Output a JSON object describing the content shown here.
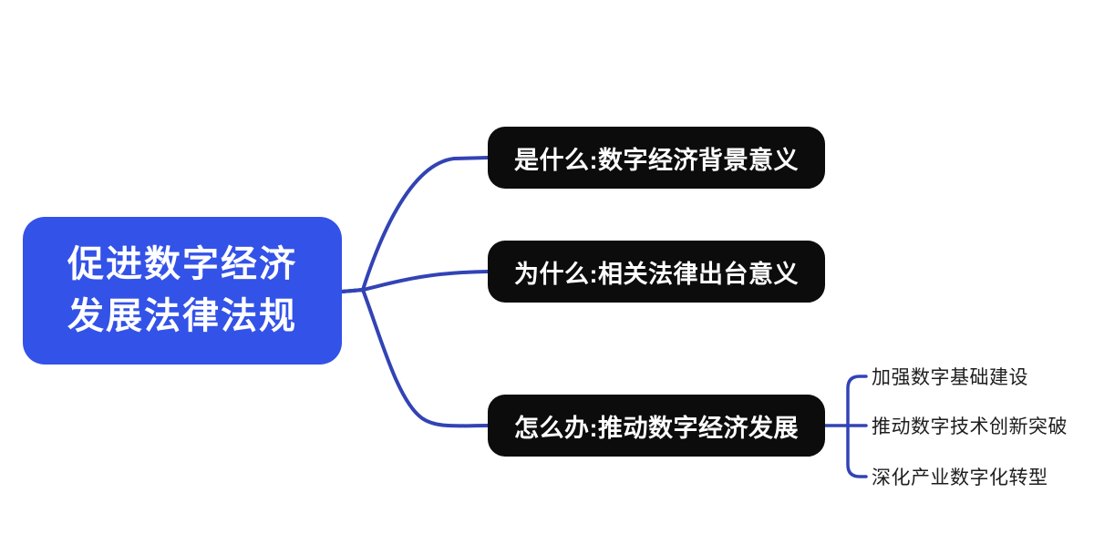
{
  "colors": {
    "background": "#ffffff",
    "root_fill": "#3352E8",
    "root_text": "#ffffff",
    "branch_fill": "#0C0C0C",
    "branch_text": "#ffffff",
    "line": "#3243B5",
    "leaf_text": "#1E1E1E"
  },
  "root": {
    "title": "促进数字经济发展法律法规",
    "title_line1": "促进数字经济",
    "title_line2": "发展法律法规"
  },
  "branches": [
    {
      "label": "是什么:数字经济背景意义",
      "children": []
    },
    {
      "label": "为什么:相关法律出台意义",
      "children": []
    },
    {
      "label": "怎么办:推动数字经济发展",
      "children": [
        "加强数字基础建设",
        "推动数字技术创新突破",
        "深化产业数字化转型"
      ]
    }
  ]
}
